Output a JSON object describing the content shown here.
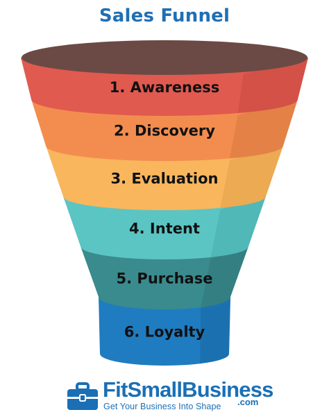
{
  "title": "Sales Funnel",
  "colors": {
    "title": "#1f6fb5",
    "funnel_opening": "#6b4a45",
    "brand": "#1a6fb5"
  },
  "stages": [
    {
      "label": "1. Awareness",
      "color": "#e05a4f",
      "shade": "#c84a41"
    },
    {
      "label": "2. Discovery",
      "color": "#f28d4f",
      "shade": "#d9793f"
    },
    {
      "label": "3. Evaluation",
      "color": "#f9b65d",
      "shade": "#e2a04b"
    },
    {
      "label": "4. Intent",
      "color": "#5bc5c4",
      "shade": "#47adac"
    },
    {
      "label": "5. Purchase",
      "color": "#3a8b8e",
      "shade": "#2f7679"
    },
    {
      "label": "6. Loyalty",
      "color": "#1f7cc0",
      "shade": "#1868a3"
    }
  ],
  "brand": {
    "icon": "briefcase-icon",
    "name": "FitSmallBusiness",
    "tld": ".com",
    "tagline": "Get Your Business Into Shape"
  }
}
